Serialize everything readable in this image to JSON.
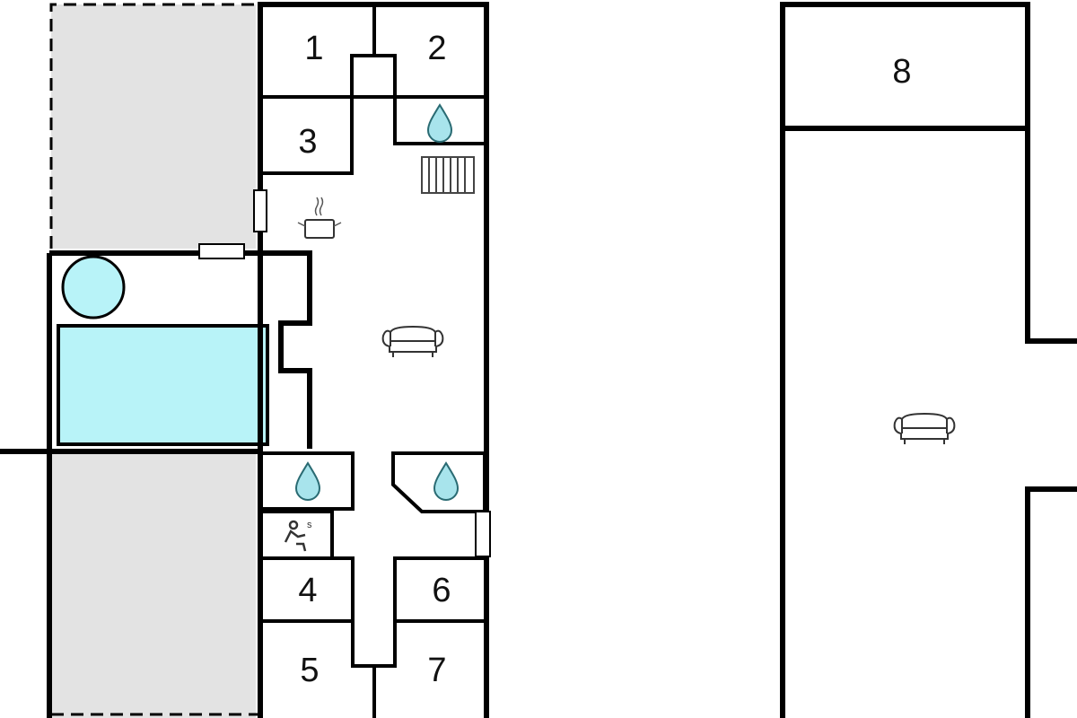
{
  "floor_plan": {
    "rooms": [
      {
        "number": "1"
      },
      {
        "number": "2"
      },
      {
        "number": "3"
      },
      {
        "number": "4"
      },
      {
        "number": "5"
      },
      {
        "number": "6"
      },
      {
        "number": "7"
      },
      {
        "number": "8"
      }
    ],
    "icons": [
      "water-drop-icon",
      "radiator-icon",
      "cooking-pot-icon",
      "sofa-icon",
      "sauna-icon",
      "hot-tub-icon",
      "pool-icon"
    ],
    "colors": {
      "pool": "#b8f3f8",
      "terrace": "#e3e3e3",
      "wall": "#000000"
    }
  }
}
